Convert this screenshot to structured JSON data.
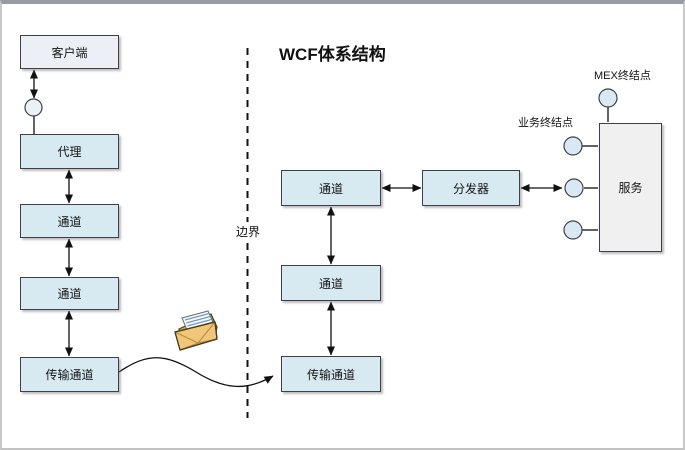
{
  "diagram_title": "WCF体系结构",
  "boundary": {
    "label": "边界"
  },
  "client_side": {
    "client": "客户端",
    "proxy": "代理",
    "channel_upper": "通道",
    "channel_lower": "通道",
    "transport_channel": "传输通道"
  },
  "service_side": {
    "channel_upper": "通道",
    "channel_lower": "通道",
    "transport_channel": "传输通道",
    "dispatcher": "分发器",
    "service": "服务",
    "mex_endpoint_label": "MEX终结点",
    "business_endpoint_label": "业务终结点"
  },
  "icons": {
    "message_envelope": "message-envelope-icon"
  },
  "colors": {
    "box_fill": "#d8eaf1",
    "client_box_fill": "#edeff7",
    "service_box_fill": "#f0f0f0",
    "circle_fill": "#d9e9f4",
    "box_border": "#3e4049",
    "connector": "#111111",
    "envelope_body": "#f0c678",
    "envelope_back": "#dfa953",
    "letter_lines": "#6b9bd2"
  }
}
